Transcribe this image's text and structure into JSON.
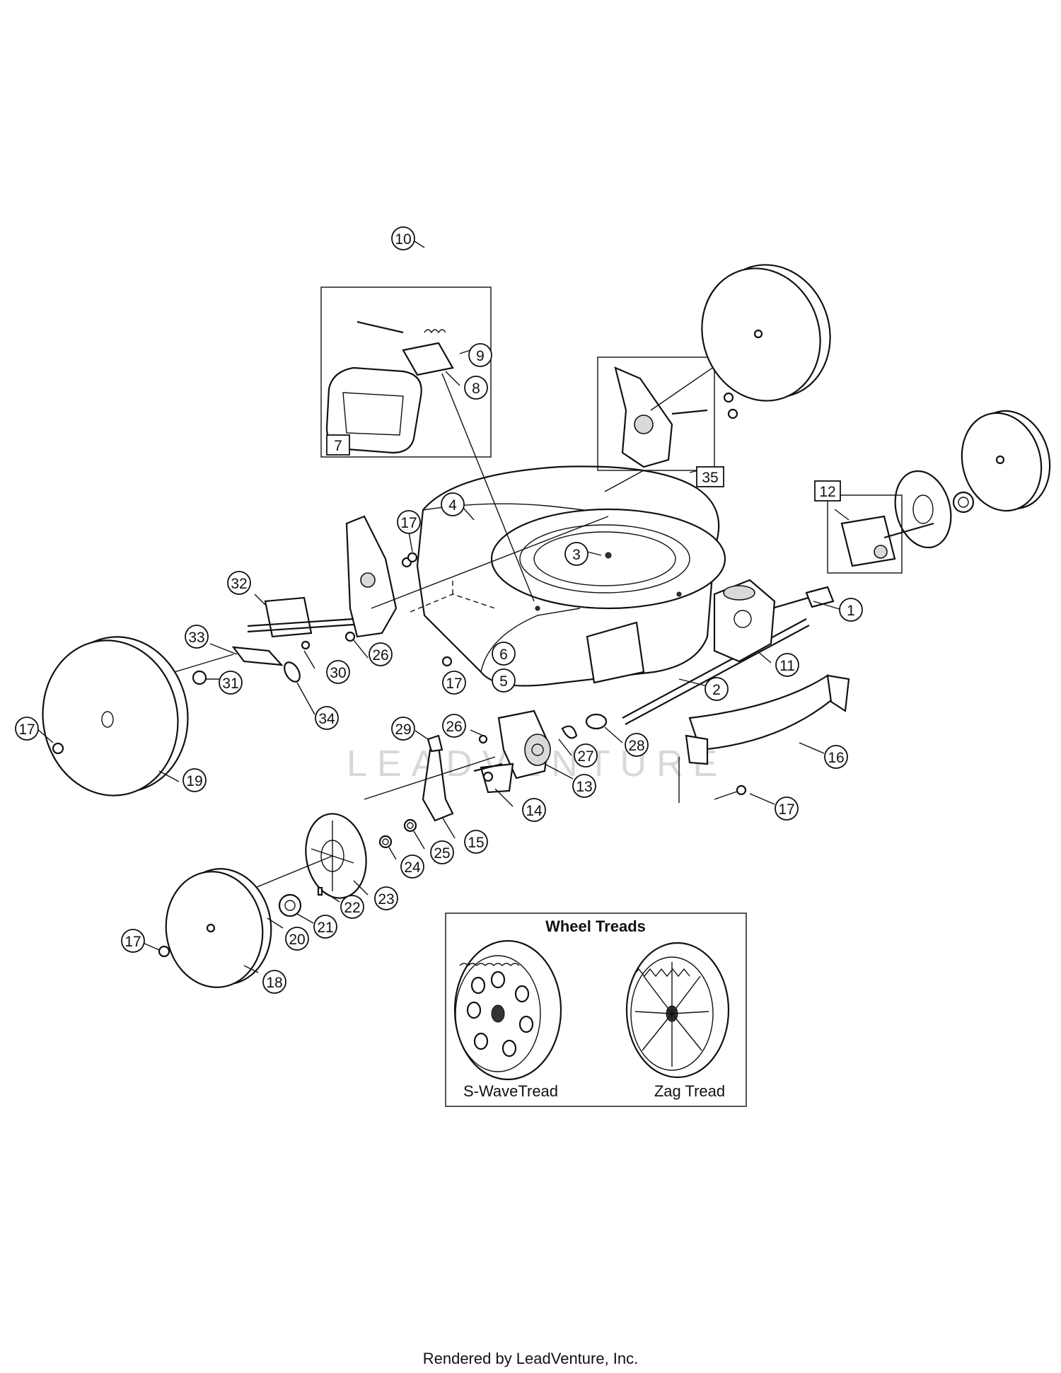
{
  "callouts": {
    "c1": "1",
    "c2": "2",
    "c3": "3",
    "c4": "4",
    "c5": "5",
    "c6": "6",
    "c7": "7",
    "c8": "8",
    "c9": "9",
    "c10": "10",
    "c11": "11",
    "c12": "12",
    "c13": "13",
    "c14": "14",
    "c15": "15",
    "c16": "16",
    "c17": "17",
    "c18": "18",
    "c19": "19",
    "c20": "20",
    "c21": "21",
    "c22": "22",
    "c23": "23",
    "c24": "24",
    "c25": "25",
    "c26": "26",
    "c27": "27",
    "c28": "28",
    "c29": "29",
    "c30": "30",
    "c31": "31",
    "c32": "32",
    "c33": "33",
    "c34": "34",
    "c35": "35"
  },
  "inset": {
    "title": "Wheel Treads",
    "left_label": "S-WaveTread",
    "right_label": "Zag Tread"
  },
  "watermark": "LEADVENTURE",
  "footer": "Rendered by LeadVenture, Inc."
}
